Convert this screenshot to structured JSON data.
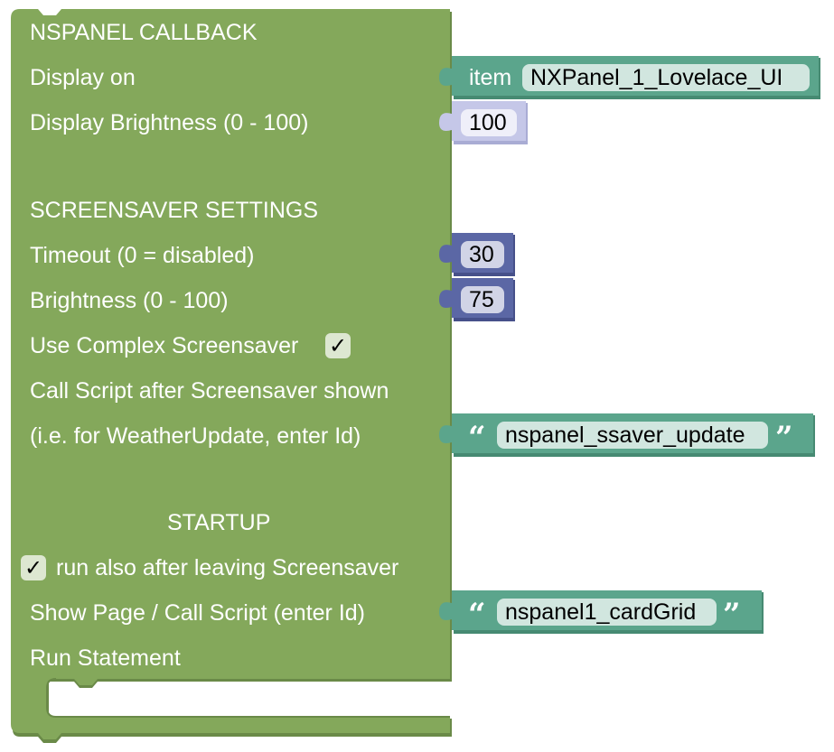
{
  "colors": {
    "main_block": "#84a85b",
    "main_block_shadow": "#6a8a48",
    "item_block": "#5ba58c",
    "item_block_shadow": "#468a72",
    "number_block_light": "#c5c7e8",
    "number_block_dark": "#5b67a5",
    "text_block": "#5ba58c",
    "field_bg": "#ffffff"
  },
  "block": {
    "title": "NSPANEL CALLBACK",
    "display_on_label": "Display on",
    "display_brightness_label": "Display Brightness (0 - 100)",
    "screensaver_title": "SCREENSAVER SETTINGS",
    "timeout_label": "Timeout (0 = disabled)",
    "brightness_label": "Brightness (0 - 100)",
    "complex_screensaver_label": "Use Complex Screensaver",
    "complex_screensaver_checked": "✓",
    "call_script_label_1": "Call Script after Screensaver shown",
    "call_script_label_2": "(i.e. for WeatherUpdate, enter Id)",
    "startup_title": "STARTUP",
    "run_after_leaving_checked": "✓",
    "run_after_leaving_label": "run also after leaving Screensaver",
    "show_page_label": "Show Page / Call Script (enter Id)",
    "run_statement_label": "Run Statement"
  },
  "inputs": {
    "item_keyword": "item",
    "item_value": "NXPanel_1_Lovelace_UI",
    "display_brightness_value": "100",
    "timeout_value": "30",
    "screensaver_brightness_value": "75",
    "open_quote": "“",
    "close_quote": "”",
    "ssaver_script_value": "nspanel_ssaver_update",
    "startup_page_value": "nspanel1_cardGrid"
  }
}
